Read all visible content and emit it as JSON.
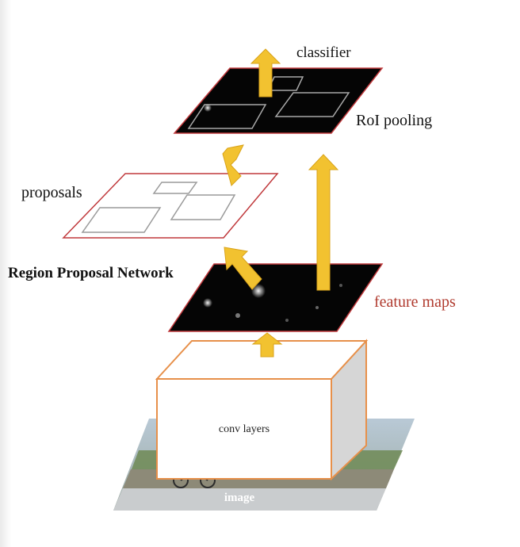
{
  "labels": {
    "classifier": "classifier",
    "roi_pooling": "RoI pooling",
    "proposals": "proposals",
    "region_proposal_network": "Region Proposal Network",
    "feature_maps": "feature maps",
    "conv_layers": "conv layers",
    "image": "image"
  },
  "colors": {
    "arrow": "#f2c230",
    "arrow_stroke": "#d9a31a",
    "feature_map": "#050505",
    "plane_border": "#c0393c",
    "conv_border": "#e7904a",
    "feature_maps_label": "#b03a2e",
    "box_side": "#d6d6d6"
  }
}
